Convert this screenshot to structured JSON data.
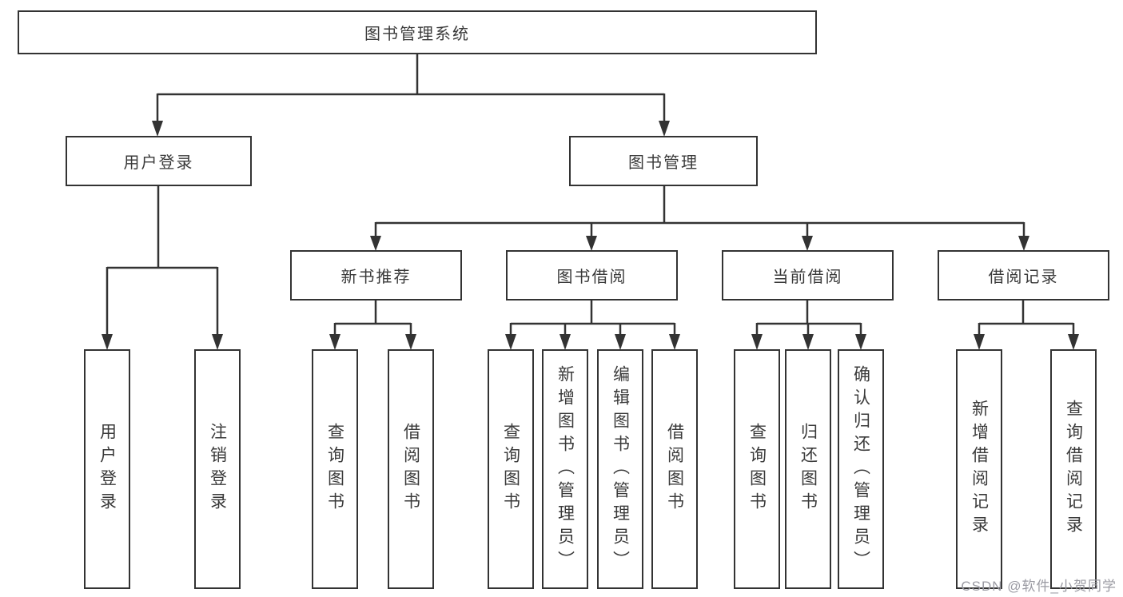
{
  "tree": {
    "root": "图书管理系统",
    "branches": [
      {
        "label": "用户登录",
        "children": [
          "用户登录",
          "注销登录"
        ]
      },
      {
        "label": "图书管理",
        "groups": [
          {
            "label": "新书推荐",
            "children": [
              "查询图书",
              "借阅图书"
            ]
          },
          {
            "label": "图书借阅",
            "children": [
              "查询图书",
              "新增图书（管理员）",
              "编辑图书（管理员）",
              "借阅图书"
            ]
          },
          {
            "label": "当前借阅",
            "children": [
              "查询图书",
              "归还图书",
              "确认归还（管理员）"
            ]
          },
          {
            "label": "借阅记录",
            "children": [
              "新增借阅记录",
              "查询借阅记录"
            ]
          }
        ]
      }
    ]
  },
  "watermark": "CSDN @软件_小贺同学",
  "colors": {
    "line": "#333333",
    "text": "#3a3a3a",
    "watermark": "#9b9ba3",
    "background": "#ffffff"
  }
}
